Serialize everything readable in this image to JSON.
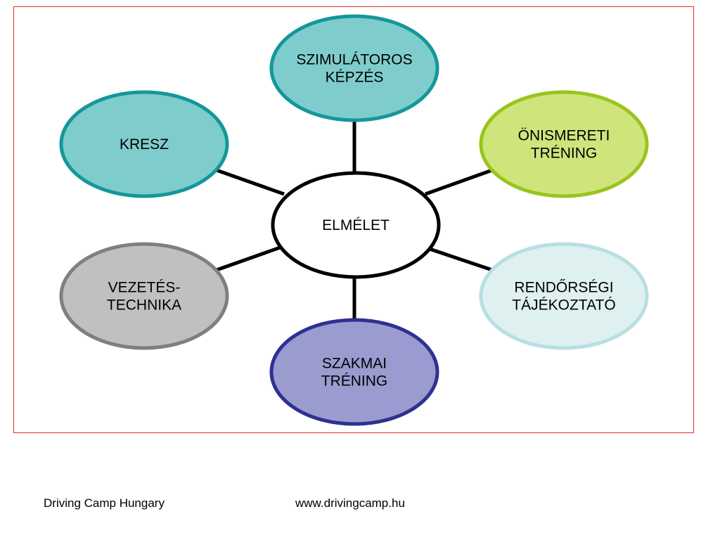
{
  "diagram": {
    "center": {
      "label_lines": [
        "ELMÉLET"
      ],
      "fill": "#ffffff",
      "stroke": "#000000"
    },
    "nodes": [
      {
        "id": "szimulatoros",
        "label_lines": [
          "SZIMULÁTOROS",
          "KÉPZÉS"
        ],
        "fill": "#7fcccc",
        "stroke": "#14979a"
      },
      {
        "id": "onismereti",
        "label_lines": [
          "ÖNISMERETI",
          "TRÉNING"
        ],
        "fill": "#cfe57c",
        "stroke": "#98c51e"
      },
      {
        "id": "rendorsegi",
        "label_lines": [
          "RENDŐRSÉGI",
          "TÁJÉKOZTATÓ"
        ],
        "fill": "#dff0f1",
        "stroke": "#b7dfe3"
      },
      {
        "id": "szakmai",
        "label_lines": [
          "SZAKMAI",
          "TRÉNING"
        ],
        "fill": "#9a9bcf",
        "stroke": "#2e3191"
      },
      {
        "id": "vezetes",
        "label_lines": [
          "VEZETÉS-",
          "TECHNIKA"
        ],
        "fill": "#c0c0c0",
        "stroke": "#7f7f7f"
      },
      {
        "id": "kresz",
        "label_lines": [
          "KRESZ"
        ],
        "fill": "#7fcccc",
        "stroke": "#14979a"
      }
    ]
  },
  "footer": {
    "left": "Driving Camp Hungary",
    "right": "www.drivingcamp.hu"
  },
  "colors": {
    "frame": "#e0302f",
    "connector": "#000000"
  }
}
